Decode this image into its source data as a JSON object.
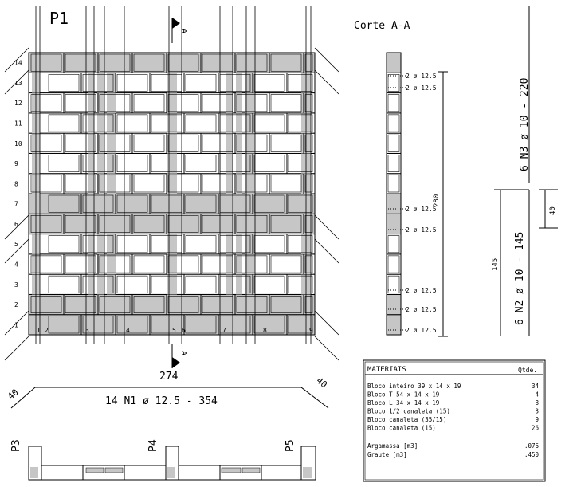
{
  "title": "P1",
  "section_title": "Corte A-A",
  "section_marker": "A",
  "wall_dimension": "274",
  "courses": [
    "1",
    "2",
    "3",
    "4",
    "5",
    "6",
    "7",
    "8",
    "9",
    "10",
    "11",
    "12",
    "13",
    "14"
  ],
  "vertical_bar_marks": [
    "1",
    "2",
    "3",
    "4",
    "5",
    "6",
    "7",
    "8",
    "9"
  ],
  "section_bar_labels": [
    "2 ø 12.5",
    "2 ø 12.5",
    "2 ø 12.5",
    "2 ø 12.5",
    "2 ø 12.5",
    "2 ø 12.5",
    "2 ø 12.5"
  ],
  "section_height": "280",
  "rebar_n1": "14  N1  ø  12.5  -  354",
  "rebar_n1_hook_left": "40",
  "rebar_n1_hook_right": "40",
  "rebar_n2": "6  N2  ø  10  -  145",
  "rebar_n2_length": "145",
  "rebar_n2_hook": "40",
  "rebar_n3": "6  N3  ø  10  -  220",
  "plan_labels": [
    "P3",
    "P4",
    "P5"
  ],
  "materials": {
    "header": "MATERIAIS",
    "qty_header": "Qtde.",
    "items": [
      {
        "name": "Bloco inteiro 39 x 14 x 19",
        "qty": "34"
      },
      {
        "name": "Bloco T 54 x 14 x 19",
        "qty": "4"
      },
      {
        "name": "Bloco L 34 x 14 x 19",
        "qty": "8"
      },
      {
        "name": "Bloco 1/2 canaleta (15)",
        "qty": "3"
      },
      {
        "name": "Bloco canaleta (35/15)",
        "qty": "9"
      },
      {
        "name": "Bloco canaleta (15)",
        "qty": "26"
      }
    ],
    "totals": [
      {
        "name": "Argamassa [m3]",
        "qty": ".076"
      },
      {
        "name": "Graute [m3]",
        "qty": ".450"
      }
    ]
  },
  "colors": {
    "line": "#000000",
    "grout": "#c6c6c6",
    "block": "#ffffff"
  }
}
